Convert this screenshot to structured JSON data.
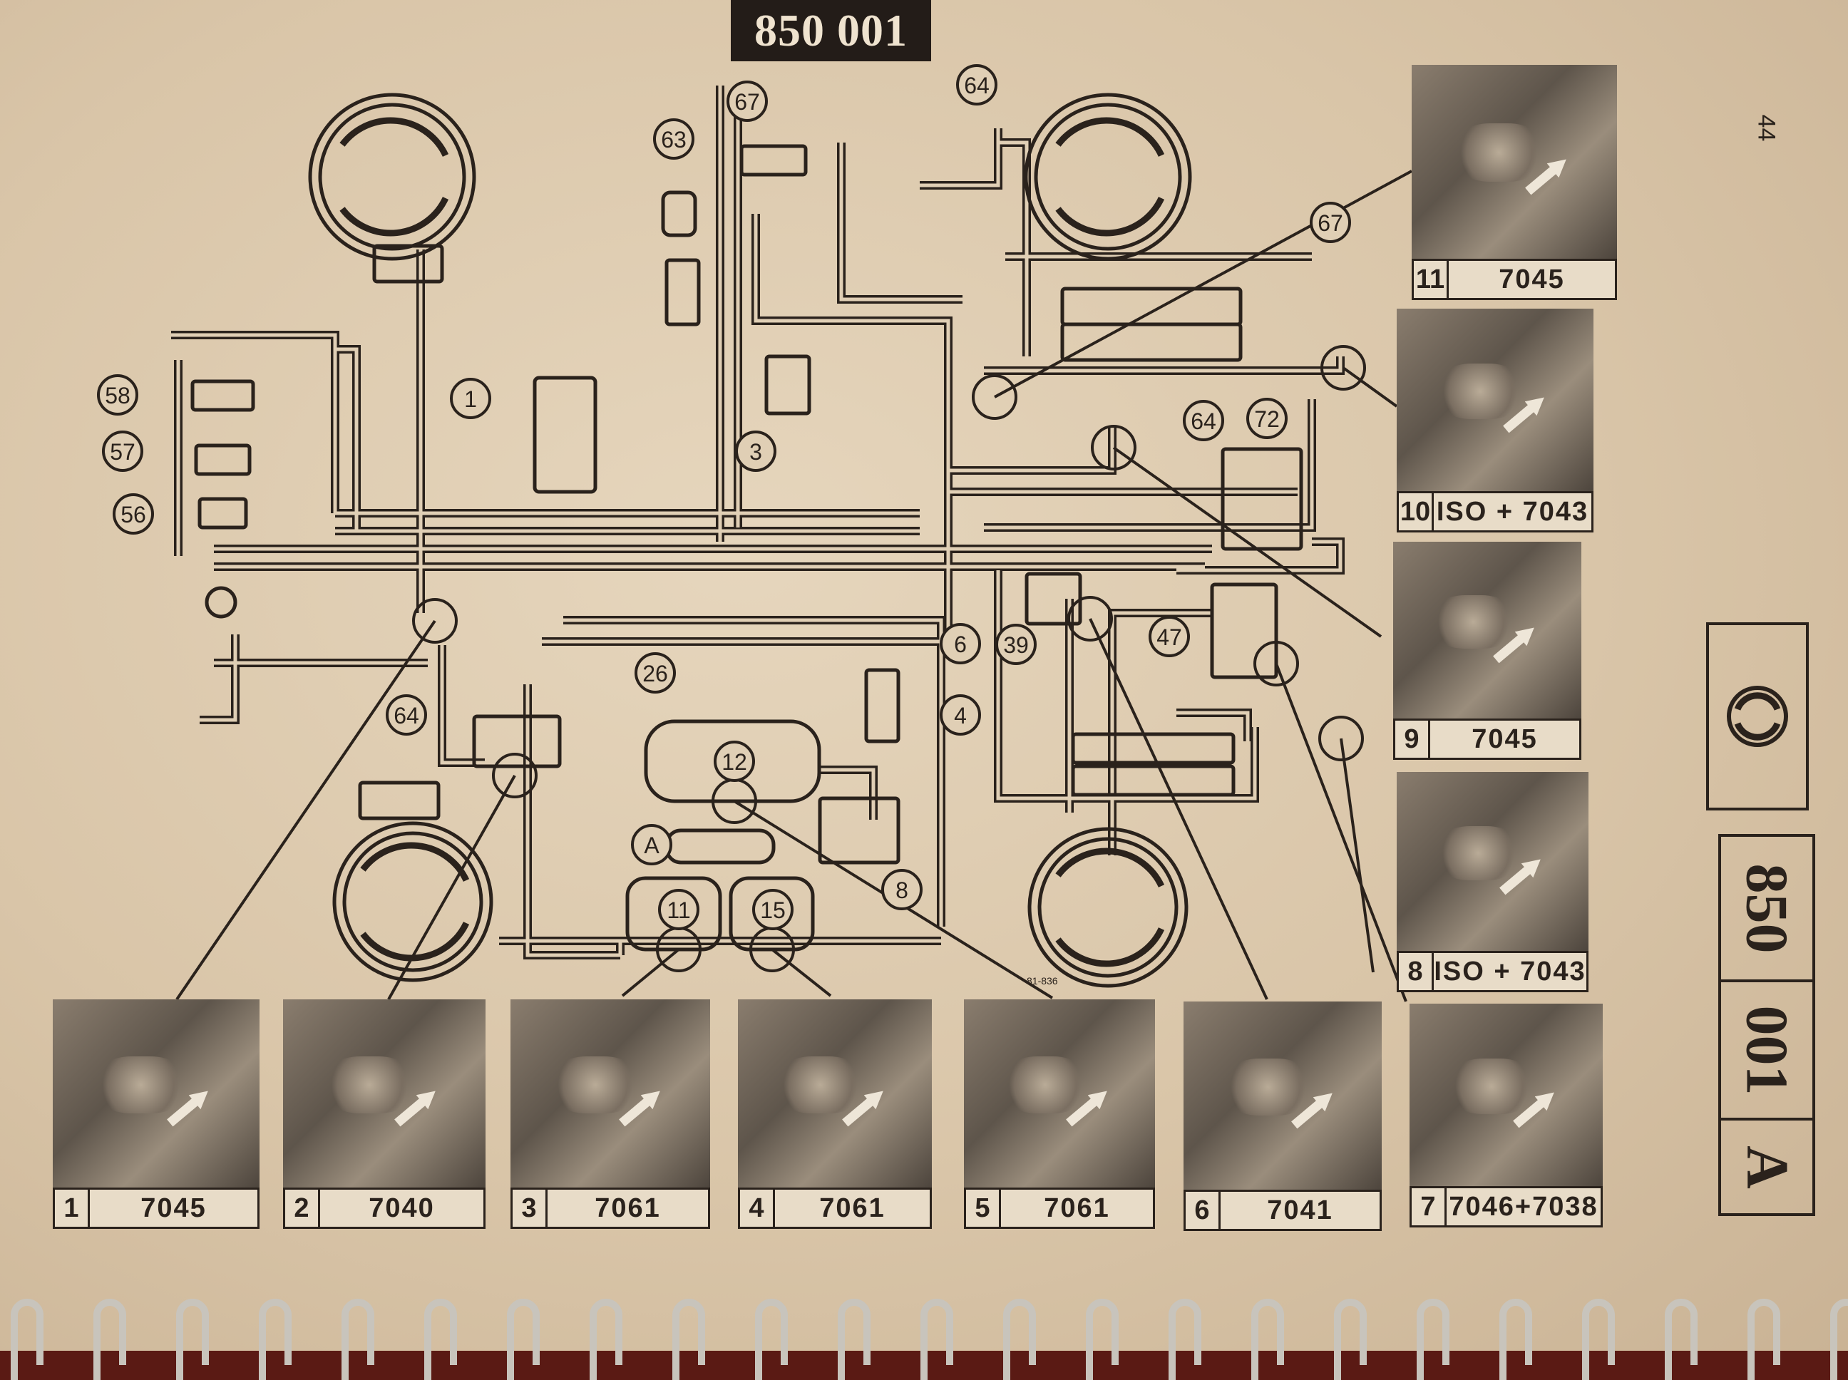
{
  "header": {
    "title": "850 001"
  },
  "page_number": "44",
  "drawing_ref": "81-836",
  "side_tab": {
    "icon": "brake-shoe-icon",
    "line1": "850",
    "line2": "001",
    "line3": "A"
  },
  "callouts": [
    "67",
    "64",
    "63",
    "67",
    "58",
    "57",
    "56",
    "1",
    "3",
    "64",
    "72",
    "6",
    "39",
    "47",
    "4",
    "64",
    "26",
    "12",
    "A",
    "11",
    "15",
    "8"
  ],
  "photos": [
    {
      "num": "1",
      "code": "7045"
    },
    {
      "num": "2",
      "code": "7040"
    },
    {
      "num": "3",
      "code": "7061"
    },
    {
      "num": "4",
      "code": "7061"
    },
    {
      "num": "5",
      "code": "7061"
    },
    {
      "num": "6",
      "code": "7041"
    },
    {
      "num": "7",
      "code": "7046+7038"
    },
    {
      "num": "8",
      "code": "ISO + 7043"
    },
    {
      "num": "9",
      "code": "7045"
    },
    {
      "num": "10",
      "code": "ISO + 7043"
    },
    {
      "num": "11",
      "code": "7045"
    }
  ],
  "colors": {
    "paper": "#d9c5a8",
    "ink": "#2a221c",
    "header_bg": "#231c18"
  }
}
